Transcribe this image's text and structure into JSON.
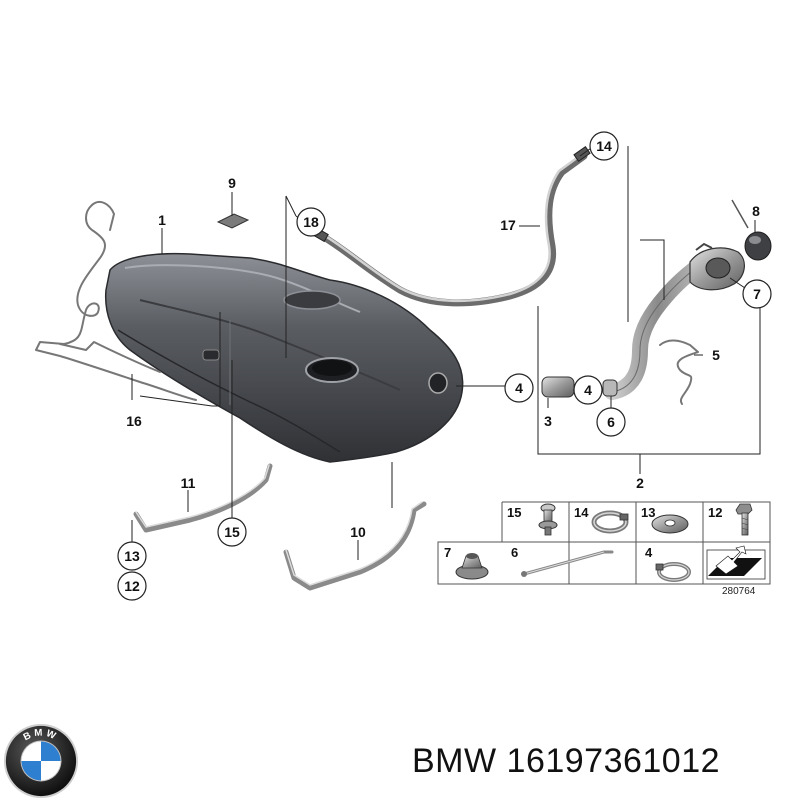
{
  "diagram": {
    "callouts": {
      "tank": "1",
      "filler_assembly": "2",
      "hose": "3",
      "clamp_tank": "4",
      "clamp_filler": "4",
      "hose_connector": "5",
      "fixing_part": "6",
      "nut": "7",
      "cap": "8",
      "pad": "9",
      "strap_rear": "10",
      "strap_front": "11",
      "bolt": "12",
      "washer": "13",
      "hose_clamp_top": "14",
      "bracket_screw": "15",
      "brake_line": "16",
      "vent_line": "17",
      "vent_clip": "18"
    },
    "parts_table": {
      "top_row": [
        "15",
        "14",
        "13",
        "12"
      ],
      "bottom_row": [
        "7",
        "6",
        "4",
        ""
      ]
    },
    "reference_number": "280764"
  },
  "brand": {
    "logo_text": "BMW",
    "caption": "BMW 16197361012"
  },
  "colors": {
    "tank": "#4a4c50",
    "tank_highlight": "#8d9096",
    "line": "#222222",
    "part_grey": "#8a8a8a"
  }
}
